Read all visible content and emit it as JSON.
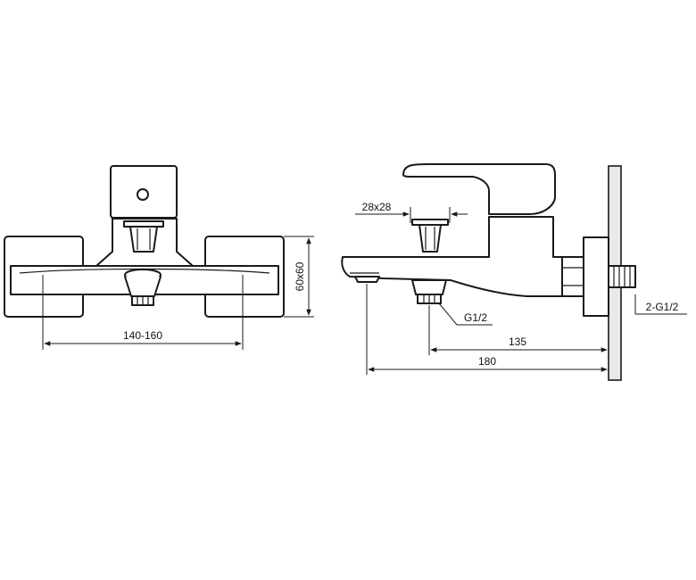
{
  "front_view": {
    "dim_spacing": "140-160",
    "dim_size": "60x60"
  },
  "side_view": {
    "dim_handle": "28x28",
    "dim_outlet": "G1/2",
    "dim_outlet_offset": "135",
    "dim_total_depth": "180",
    "dim_inlets": "2-G1/2"
  },
  "colors": {
    "line": "#1a1a1a",
    "wall": "#e9e9e9"
  }
}
